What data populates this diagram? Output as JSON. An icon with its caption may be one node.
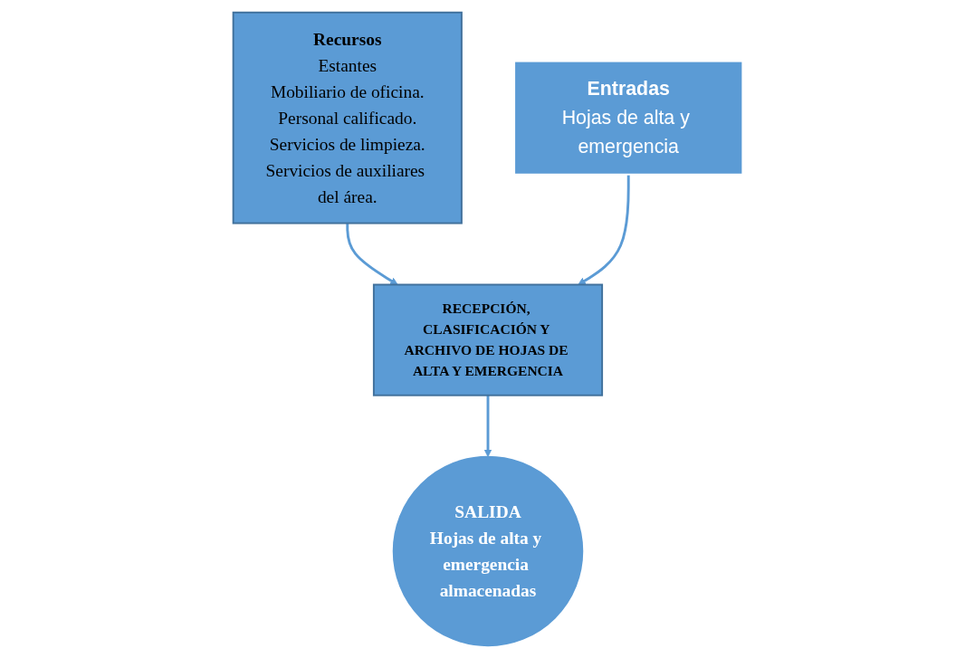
{
  "diagram": {
    "nodes": [
      {
        "text": [
          "Recursos",
          "Estantes",
          "Mobiliario de oficina.",
          "Personal calificado.",
          "Servicios de limpieza.",
          "Servicios de auxiliares del área."
        ]
      },
      {
        "text": [
          "Entradas",
          "Hojas de alta y emergencia"
        ]
      },
      {
        "text": [
          "RECEPCIÓN, CLASIFICACIÓN Y ARCHIVO DE HOJAS DE ALTA Y EMERGENCIA"
        ]
      },
      {
        "text": [
          "SALIDA",
          "Hojas de alta y emergencia almacenadas"
        ]
      }
    ],
    "edges": [
      {
        "from": 0,
        "to": 2,
        "arrow": "to"
      },
      {
        "from": 1,
        "to": 2,
        "arrow": "to"
      },
      {
        "from": 2,
        "to": 3,
        "arrow": "to"
      }
    ]
  }
}
